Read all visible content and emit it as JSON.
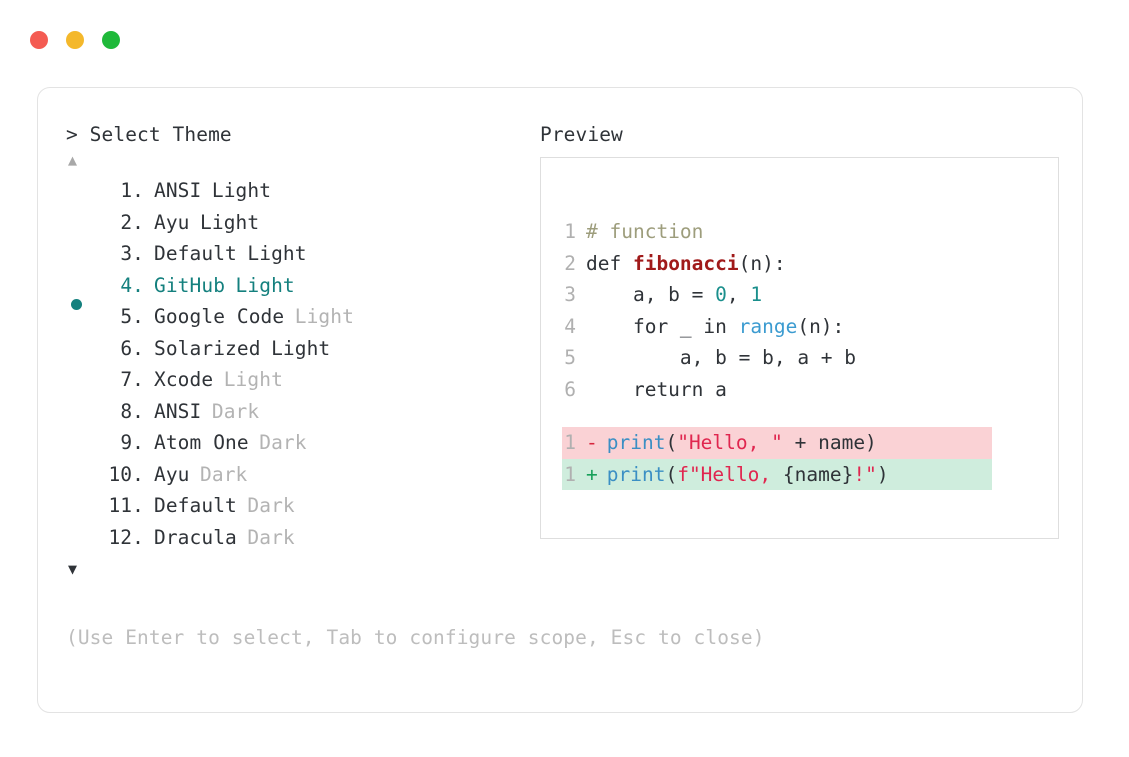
{
  "window": {
    "dots": [
      {
        "name": "close-dot",
        "color": "#f45b52"
      },
      {
        "name": "minimize-dot",
        "color": "#f4b82b"
      },
      {
        "name": "maximize-dot",
        "color": "#1fb93a"
      }
    ]
  },
  "left_pane": {
    "title": "> Select Theme",
    "scroll_up": "▲",
    "scroll_down": "▼",
    "selected_index": 4,
    "selected_color": "#14807e",
    "items": [
      {
        "num": "1.",
        "name": "ANSI",
        "variant": "Light",
        "variant_dim": false,
        "selected": false
      },
      {
        "num": "2.",
        "name": "Ayu",
        "variant": "Light",
        "variant_dim": false,
        "selected": false
      },
      {
        "num": "3.",
        "name": "Default",
        "variant": "Light",
        "variant_dim": false,
        "selected": false
      },
      {
        "num": "4.",
        "name": "GitHub",
        "variant": "Light",
        "variant_dim": false,
        "selected": true
      },
      {
        "num": "5.",
        "name": "Google Code",
        "variant": "Light",
        "variant_dim": true,
        "selected": false
      },
      {
        "num": "6.",
        "name": "Solarized",
        "variant": "Light",
        "variant_dim": false,
        "selected": false
      },
      {
        "num": "7.",
        "name": "Xcode",
        "variant": "Light",
        "variant_dim": true,
        "selected": false
      },
      {
        "num": "8.",
        "name": "ANSI",
        "variant": "Dark",
        "variant_dim": true,
        "selected": false
      },
      {
        "num": "9.",
        "name": "Atom One",
        "variant": "Dark",
        "variant_dim": true,
        "selected": false
      },
      {
        "num": "10.",
        "name": "Ayu",
        "variant": "Dark",
        "variant_dim": true,
        "selected": false
      },
      {
        "num": "11.",
        "name": "Default",
        "variant": "Dark",
        "variant_dim": true,
        "selected": false
      },
      {
        "num": "12.",
        "name": "Dracula",
        "variant": "Dark",
        "variant_dim": true,
        "selected": false
      }
    ]
  },
  "right_pane": {
    "title": "Preview",
    "code_lines": [
      {
        "ln": "1",
        "tokens": [
          {
            "t": "# function",
            "c": "t-comment"
          }
        ]
      },
      {
        "ln": "2",
        "tokens": [
          {
            "t": "def ",
            "c": "t-plain"
          },
          {
            "t": "fibonacci",
            "c": "t-fn"
          },
          {
            "t": "(n):",
            "c": "t-plain"
          }
        ]
      },
      {
        "ln": "3",
        "tokens": [
          {
            "t": "    a, b = ",
            "c": "t-plain"
          },
          {
            "t": "0",
            "c": "t-num"
          },
          {
            "t": ", ",
            "c": "t-plain"
          },
          {
            "t": "1",
            "c": "t-num"
          }
        ]
      },
      {
        "ln": "4",
        "tokens": [
          {
            "t": "    for _ in ",
            "c": "t-plain"
          },
          {
            "t": "range",
            "c": "t-builtin"
          },
          {
            "t": "(n):",
            "c": "t-plain"
          }
        ]
      },
      {
        "ln": "5",
        "tokens": [
          {
            "t": "        a, b = b, a + b",
            "c": "t-plain"
          }
        ]
      },
      {
        "ln": "6",
        "tokens": [
          {
            "t": "    return a",
            "c": "t-plain"
          }
        ]
      }
    ],
    "diff_lines": [
      {
        "ln": "1",
        "kind": "del",
        "mark": "-",
        "bg": "#fad2d5",
        "tokens": [
          {
            "t": "print",
            "c": "t-call"
          },
          {
            "t": "(",
            "c": "t-plain"
          },
          {
            "t": "\"Hello, \"",
            "c": "t-string"
          },
          {
            "t": " + name)",
            "c": "t-plain"
          }
        ]
      },
      {
        "ln": "1",
        "kind": "add",
        "mark": "+",
        "bg": "#cfeddd",
        "tokens": [
          {
            "t": "print",
            "c": "t-call"
          },
          {
            "t": "(",
            "c": "t-plain"
          },
          {
            "t": "f\"Hello, ",
            "c": "t-string"
          },
          {
            "t": "{name}",
            "c": "t-plain"
          },
          {
            "t": "!\"",
            "c": "t-string"
          },
          {
            "t": ")",
            "c": "t-plain"
          }
        ]
      }
    ]
  },
  "footer": {
    "hint": "(Use Enter to select, Tab to configure scope, Esc to close)"
  }
}
